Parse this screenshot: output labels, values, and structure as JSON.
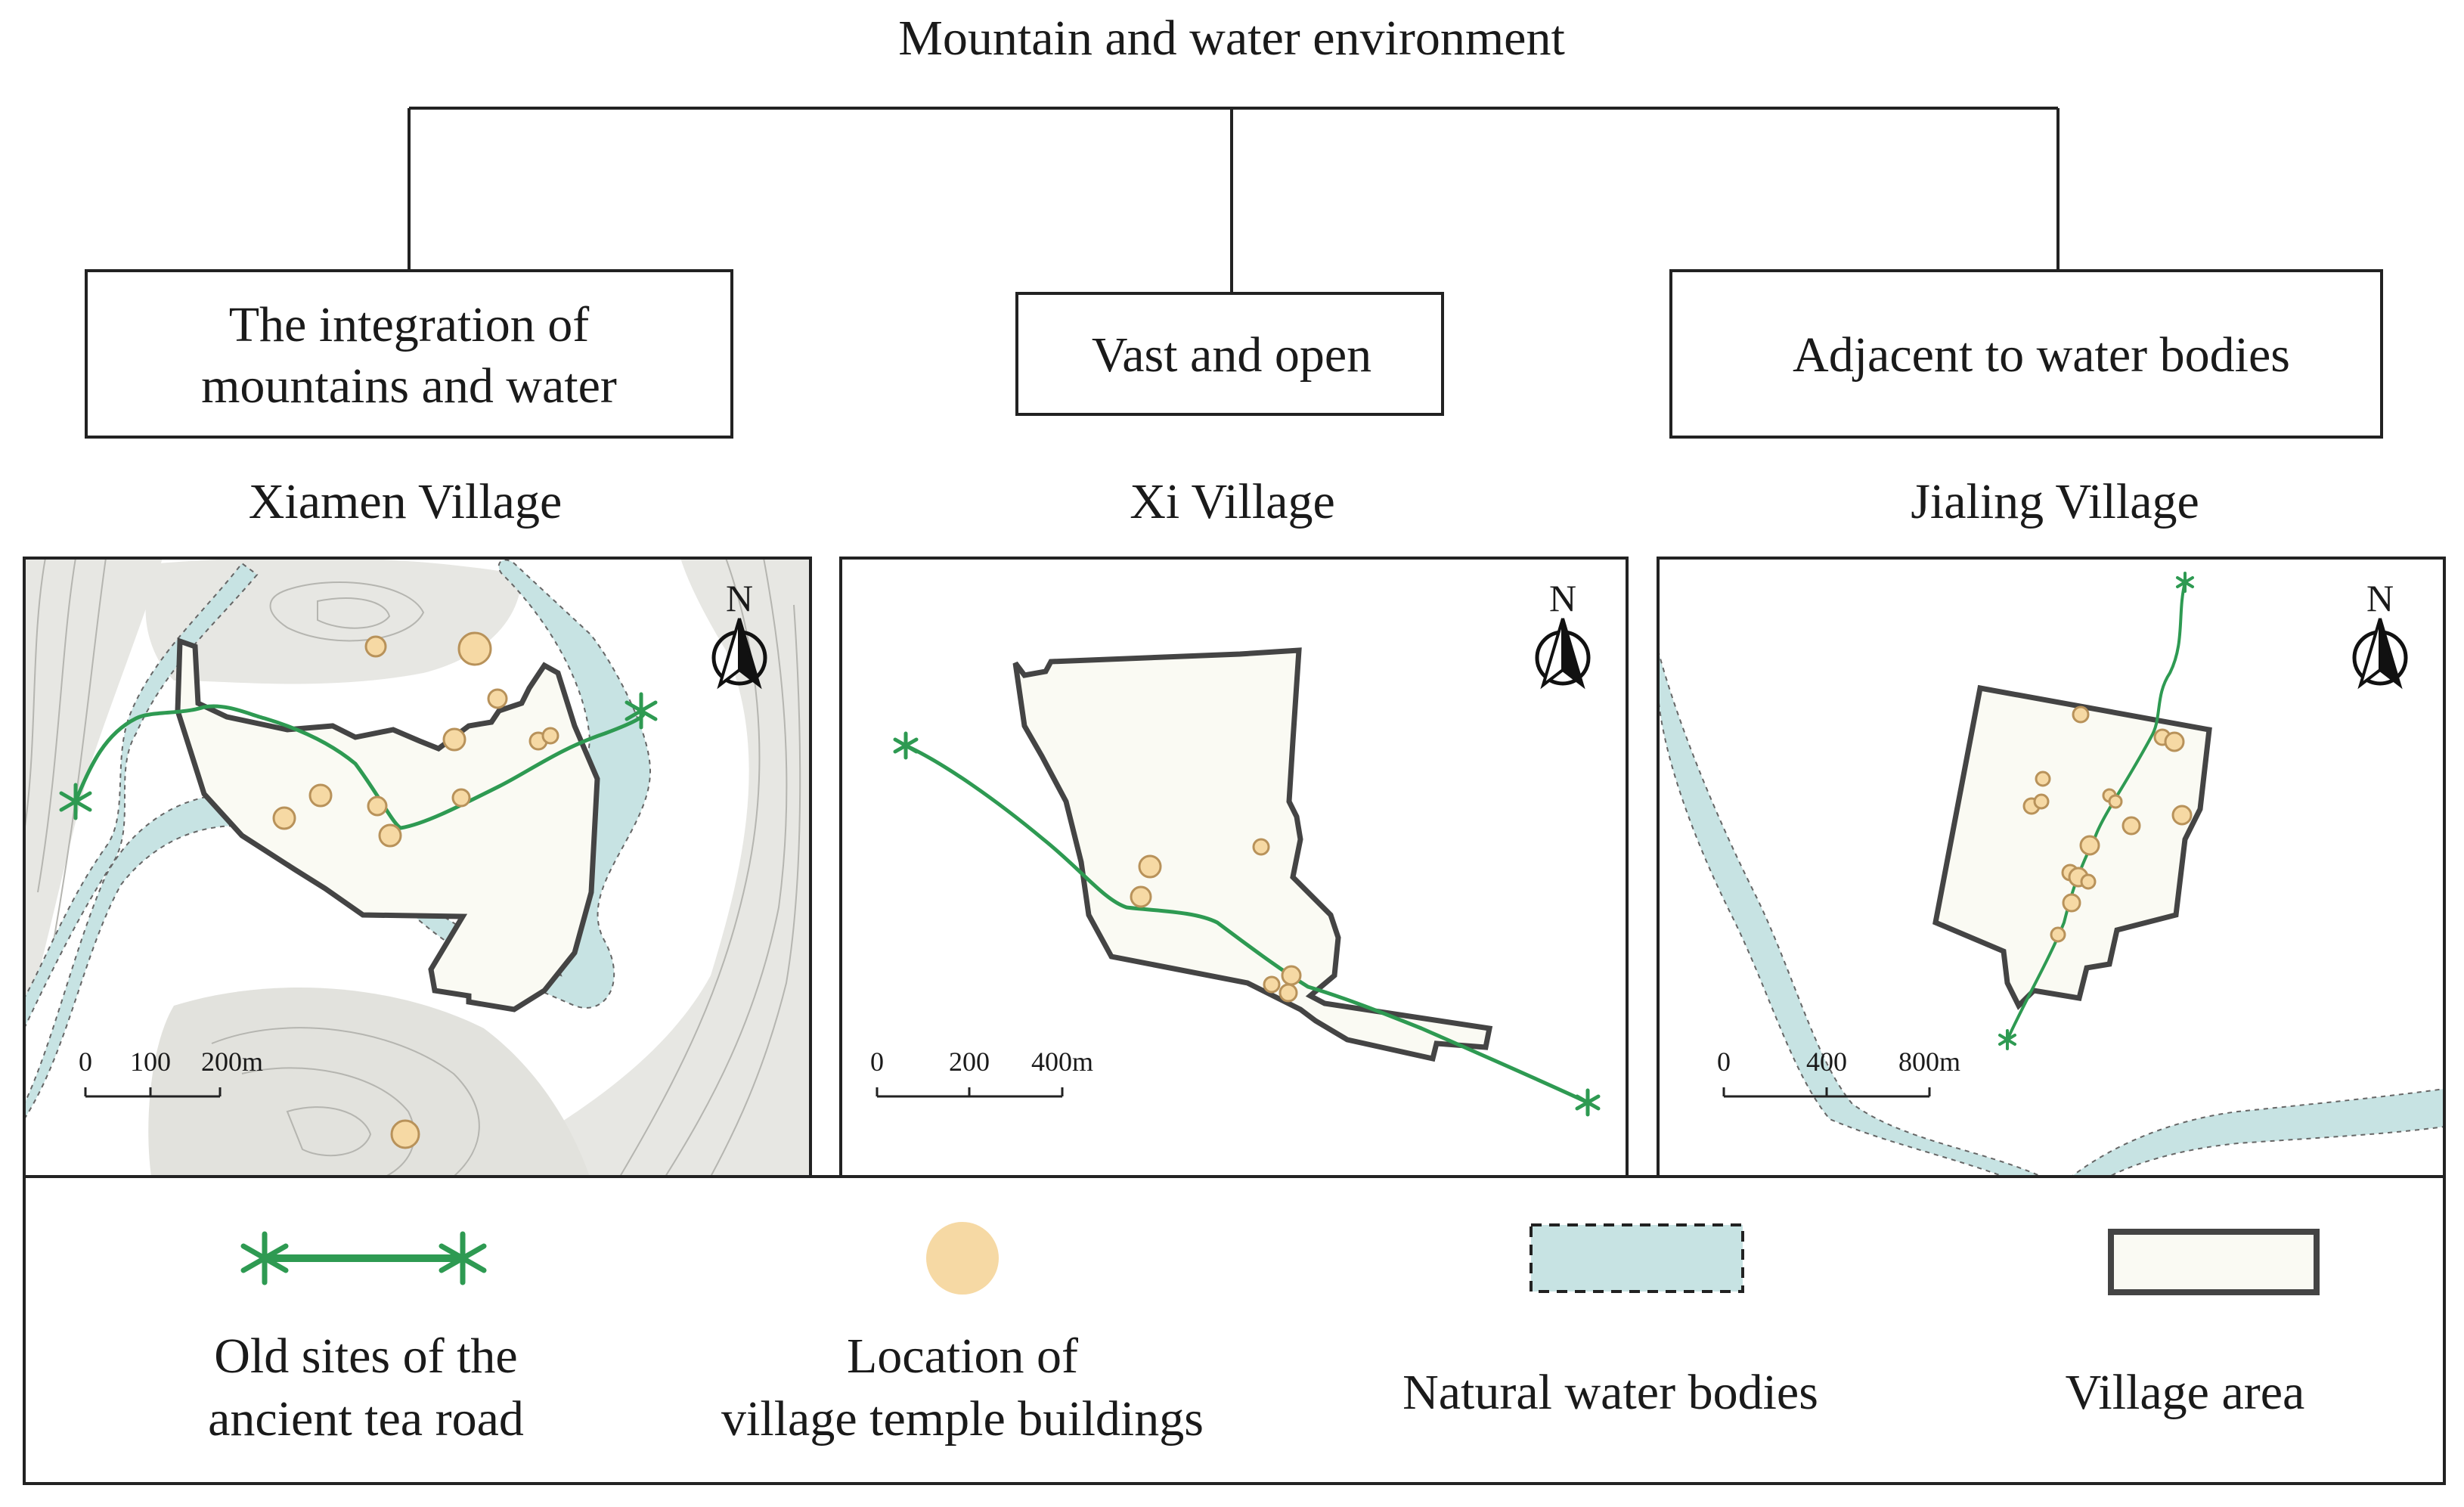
{
  "root": {
    "label": "Mountain and water environment"
  },
  "categories": [
    {
      "lines": [
        "The integration of",
        "mountains and water"
      ]
    },
    {
      "lines": [
        "Vast and open"
      ]
    },
    {
      "lines": [
        "Adjacent to water bodies"
      ]
    }
  ],
  "villages": [
    {
      "name": "Xiamen Village",
      "scale": [
        "0",
        "100",
        "200m"
      ]
    },
    {
      "name": "Xi Village",
      "scale": [
        "0",
        "200",
        "400m"
      ]
    },
    {
      "name": "Jialing Village",
      "scale": [
        "0",
        "400",
        "800m"
      ]
    }
  ],
  "north_label": "N",
  "legend": {
    "tea_road": [
      "Old sites of the",
      "ancient tea road"
    ],
    "temple": [
      "Location of",
      "village temple buildings"
    ],
    "water": [
      "Natural water bodies"
    ],
    "village_area": [
      "Village area"
    ]
  },
  "colors": {
    "tea_road": "#2e9a52",
    "temple_fill": "#f6d9a4",
    "temple_stroke": "#b8925a",
    "water": "#c7e3e3",
    "village_fill": "#fafaf3",
    "village_stroke": "#444444",
    "terrain": "#e7e7e3"
  }
}
